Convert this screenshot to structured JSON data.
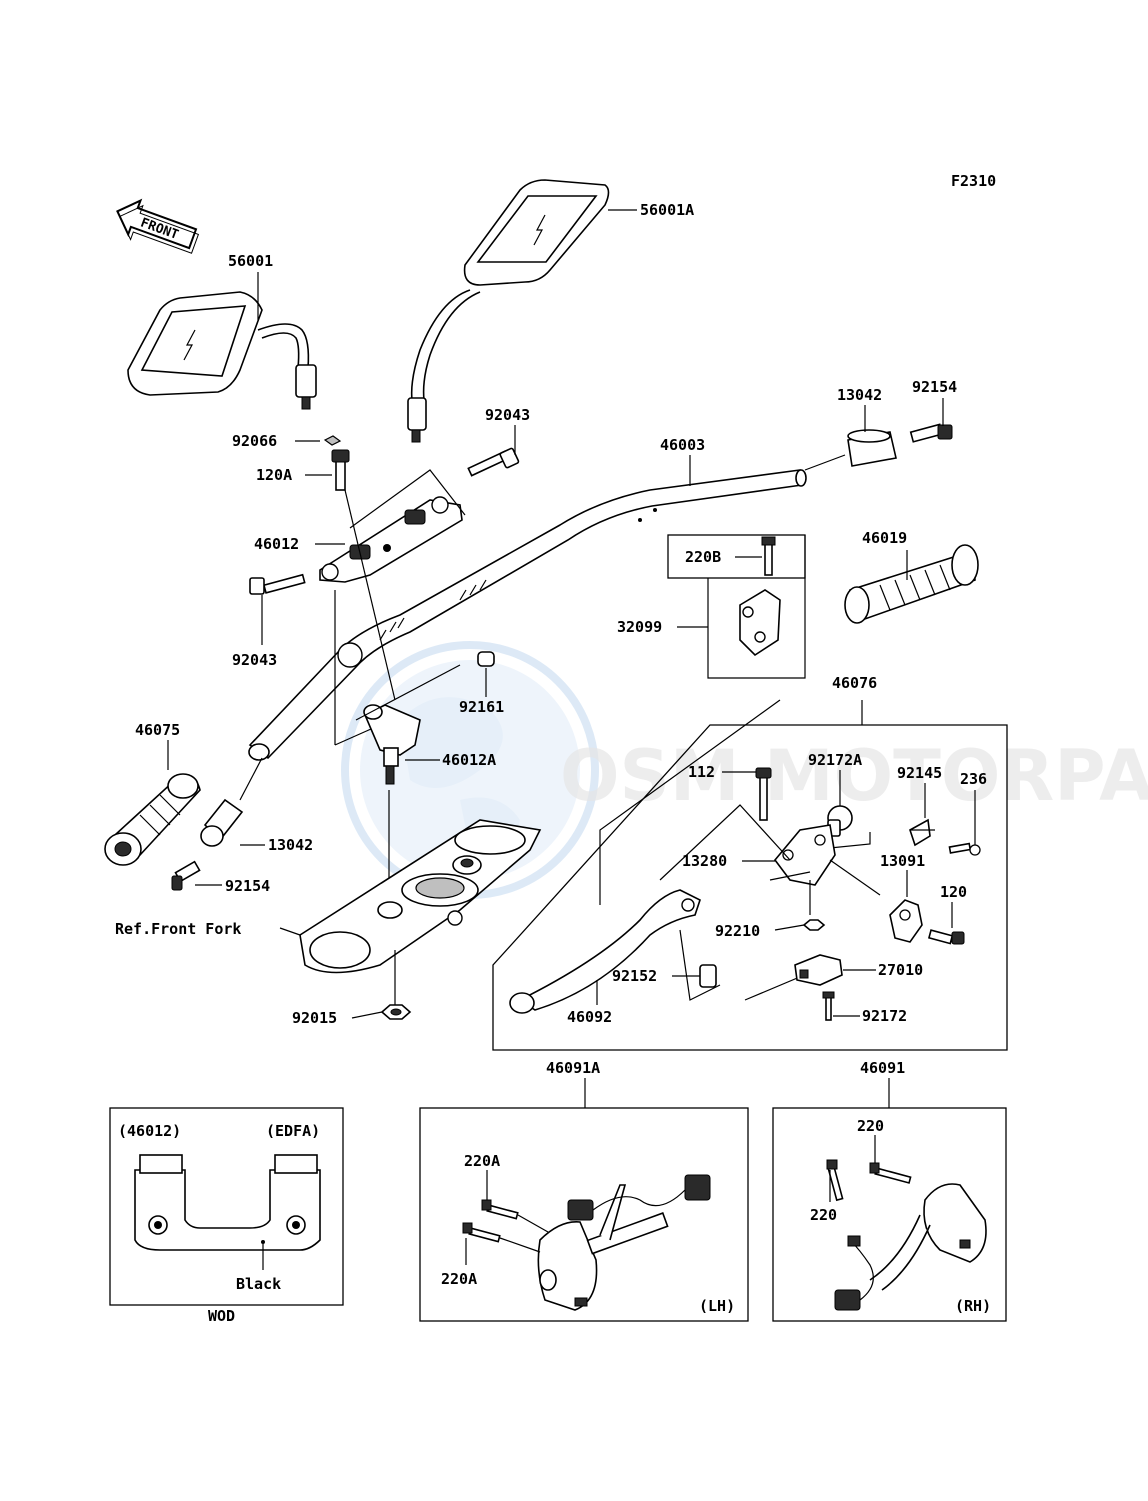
{
  "diagram": {
    "figure_code": "F2310",
    "front_label": "FRONT",
    "watermark": "OSM MOTORPARTS",
    "labels": {
      "mirror_right": "56001A",
      "mirror_left": "56001",
      "handlebar": "46003",
      "weight_right": "13042",
      "screw_right": "92154",
      "bolt_top": "92043",
      "washer_top": "92066",
      "bolt_120a": "120A",
      "holder_upper": "46012",
      "bolt_left": "92043",
      "collar_92161": "92161",
      "holder_lower": "46012A",
      "grip_left": "46075",
      "weight_left": "13042",
      "screw_left": "92154",
      "ref_front_fork": "Ref.Front Fork",
      "nut_92015": "92015",
      "screw_220b": "220B",
      "clamp_32099": "32099",
      "grip_right": "46019",
      "lever_assy": "46076",
      "screw_112": "112",
      "adjuster_92172a": "92172A",
      "spring_92145": "92145",
      "screw_236": "236",
      "bracket_13280": "13280",
      "holder_13091": "13091",
      "bolt_120": "120",
      "nut_92210": "92210",
      "collar_92152": "92152",
      "switch_27010": "27010",
      "lever_46092": "46092",
      "screw_92172": "92172",
      "switch_lh": "46091A",
      "switch_rh": "46091",
      "inset_part": "(46012)",
      "inset_model": "(EDFA)",
      "inset_color": "Black",
      "inset_footer": "WOD",
      "screw_220a_top": "220A",
      "screw_220a_bottom": "220A",
      "lh_tag": "(LH)",
      "screw_220_top": "220",
      "screw_220_left": "220",
      "rh_tag": "(RH)"
    }
  }
}
